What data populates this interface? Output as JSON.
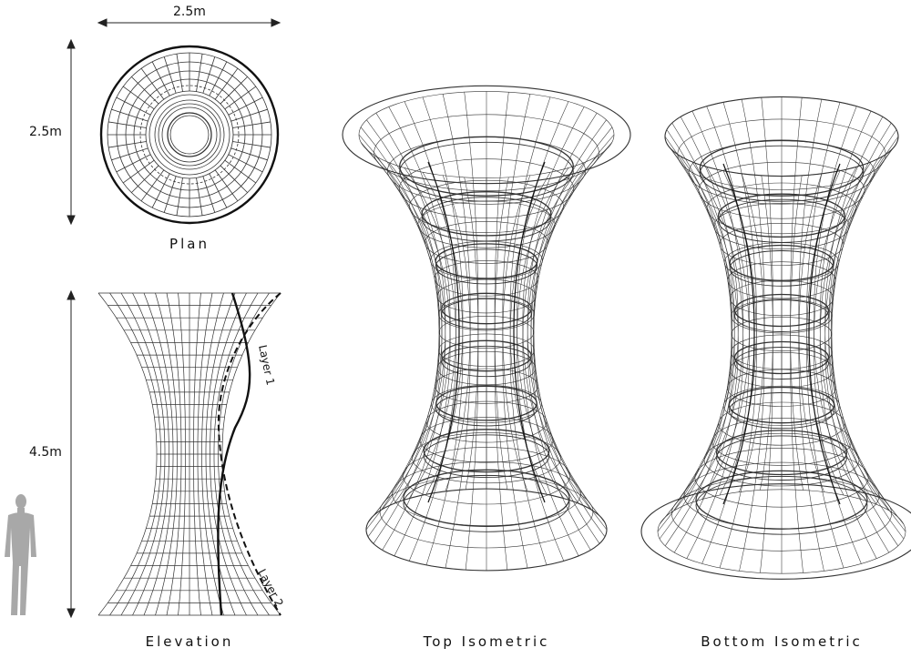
{
  "dimensions": {
    "plan_width": "2.5m",
    "plan_depth": "2.5m",
    "height": "4.5m"
  },
  "captions": {
    "plan": "Plan",
    "elevation": "Elevation",
    "top_isometric": "Top Isometric",
    "bottom_isometric": "Bottom Isometric"
  },
  "layers": {
    "layer1": "Layer 1",
    "layer2": "Layer 2"
  },
  "colors": {
    "line": "#333333",
    "heavy": "#111111",
    "figure": "#a8a8a8"
  }
}
